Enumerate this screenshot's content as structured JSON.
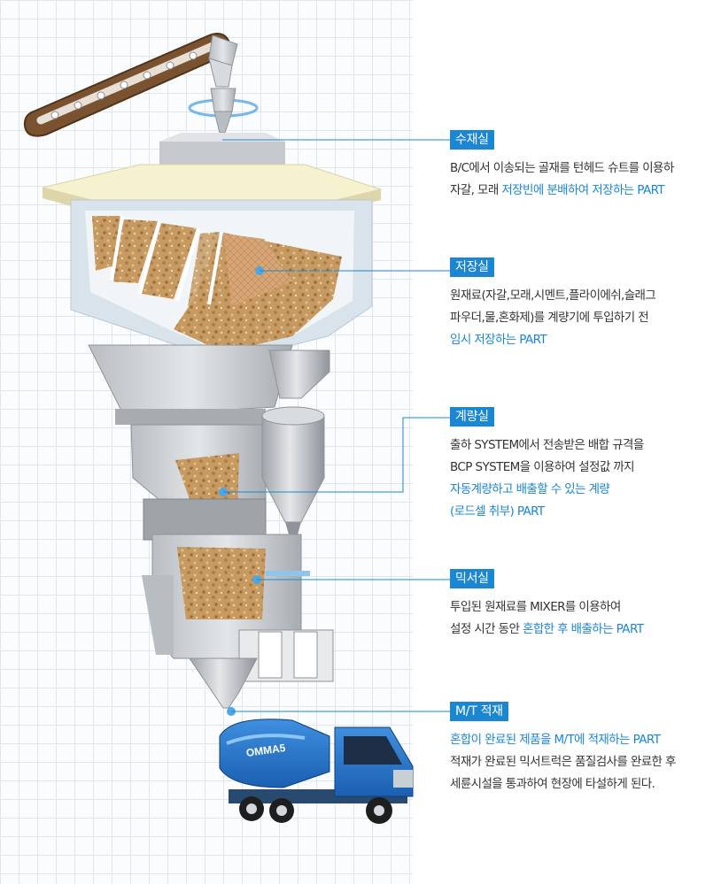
{
  "sections": [
    {
      "tag": "수재실",
      "line1": "B/C에서 이송되는 골재를 턴헤드 슈트를 이용하",
      "line2_plain": "자갈,  모래 ",
      "line2_hl": "저장빈에 분배하여 저장하는 PART"
    },
    {
      "tag": "저장실",
      "line1": "원재료(자갈,모래,시멘트,플라이에쉬,슬래그",
      "line2": "파우더,물,혼화제)를 계량기에 투입하기 전",
      "line3_hl": "임시 저장하는 PART"
    },
    {
      "tag": "계량실",
      "line1": "출하 SYSTEM에서 전송받은 배합 규격을",
      "line2": "BCP SYSTEM을 이용하여 설정값 까지",
      "line3_hl": "자동계량하고 배출할 수 있는 계량",
      "line4_hl": "(로드셀 취부) PART"
    },
    {
      "tag": "믹서실",
      "line1": "투입된 원재료를 MIXER를 이용하여",
      "line2_plain": "설정 시간 동안   ",
      "line2_hl": "혼합한 후 배출하는 PART"
    },
    {
      "tag": "M/T 적재",
      "line1_hl": "혼합이 완료된 제품을 M/T에 적재하는 PART",
      "line2": "적재가 완료된 믹서트럭은 품질검사를 완료한 후",
      "line3": "세륜시설을 통과하여 현장에 타설하게 된다."
    }
  ],
  "truck": {
    "drum_text": "OMMA5"
  },
  "colors": {
    "accent": "#1b87d2",
    "leader": "#1b87d2",
    "text": "#333333"
  }
}
